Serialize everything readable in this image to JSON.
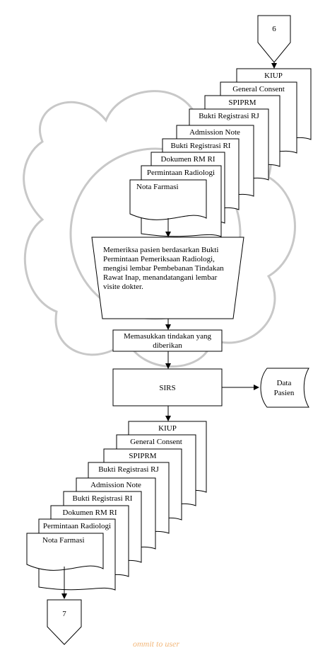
{
  "connectors": {
    "top": "6",
    "bottom": "7"
  },
  "document_stack_top": [
    "KIUP",
    "General Consent",
    "SPIPRM",
    "Bukti Registrasi RJ",
    "Admission Note",
    "Bukti Registrasi RI",
    "Dokumen RM RI",
    "Permintaan Radiologi",
    "Nota Farmasi"
  ],
  "process_manual": [
    "Memeriksa pasien berdasarkan Bukti",
    "Permintaan Pemeriksaan Radiologi,",
    "mengisi lembar Pembebanan Tindakan",
    "Rawat Inap, menandatangani lembar",
    "visite dokter."
  ],
  "process_input": [
    "Memasukkan tindakan yang",
    "diberikan"
  ],
  "system": "SIRS",
  "storage": [
    "Data",
    "Pasien"
  ],
  "document_stack_bottom": [
    "KIUP",
    "General Consent",
    "SPIPRM",
    "Bukti Registrasi RJ",
    "Admission Note",
    "Bukti Registrasi RI",
    "Dokumen RM RI",
    "Permintaan Radiologi",
    "Nota Farmasi"
  ],
  "footer": "ommit to user"
}
